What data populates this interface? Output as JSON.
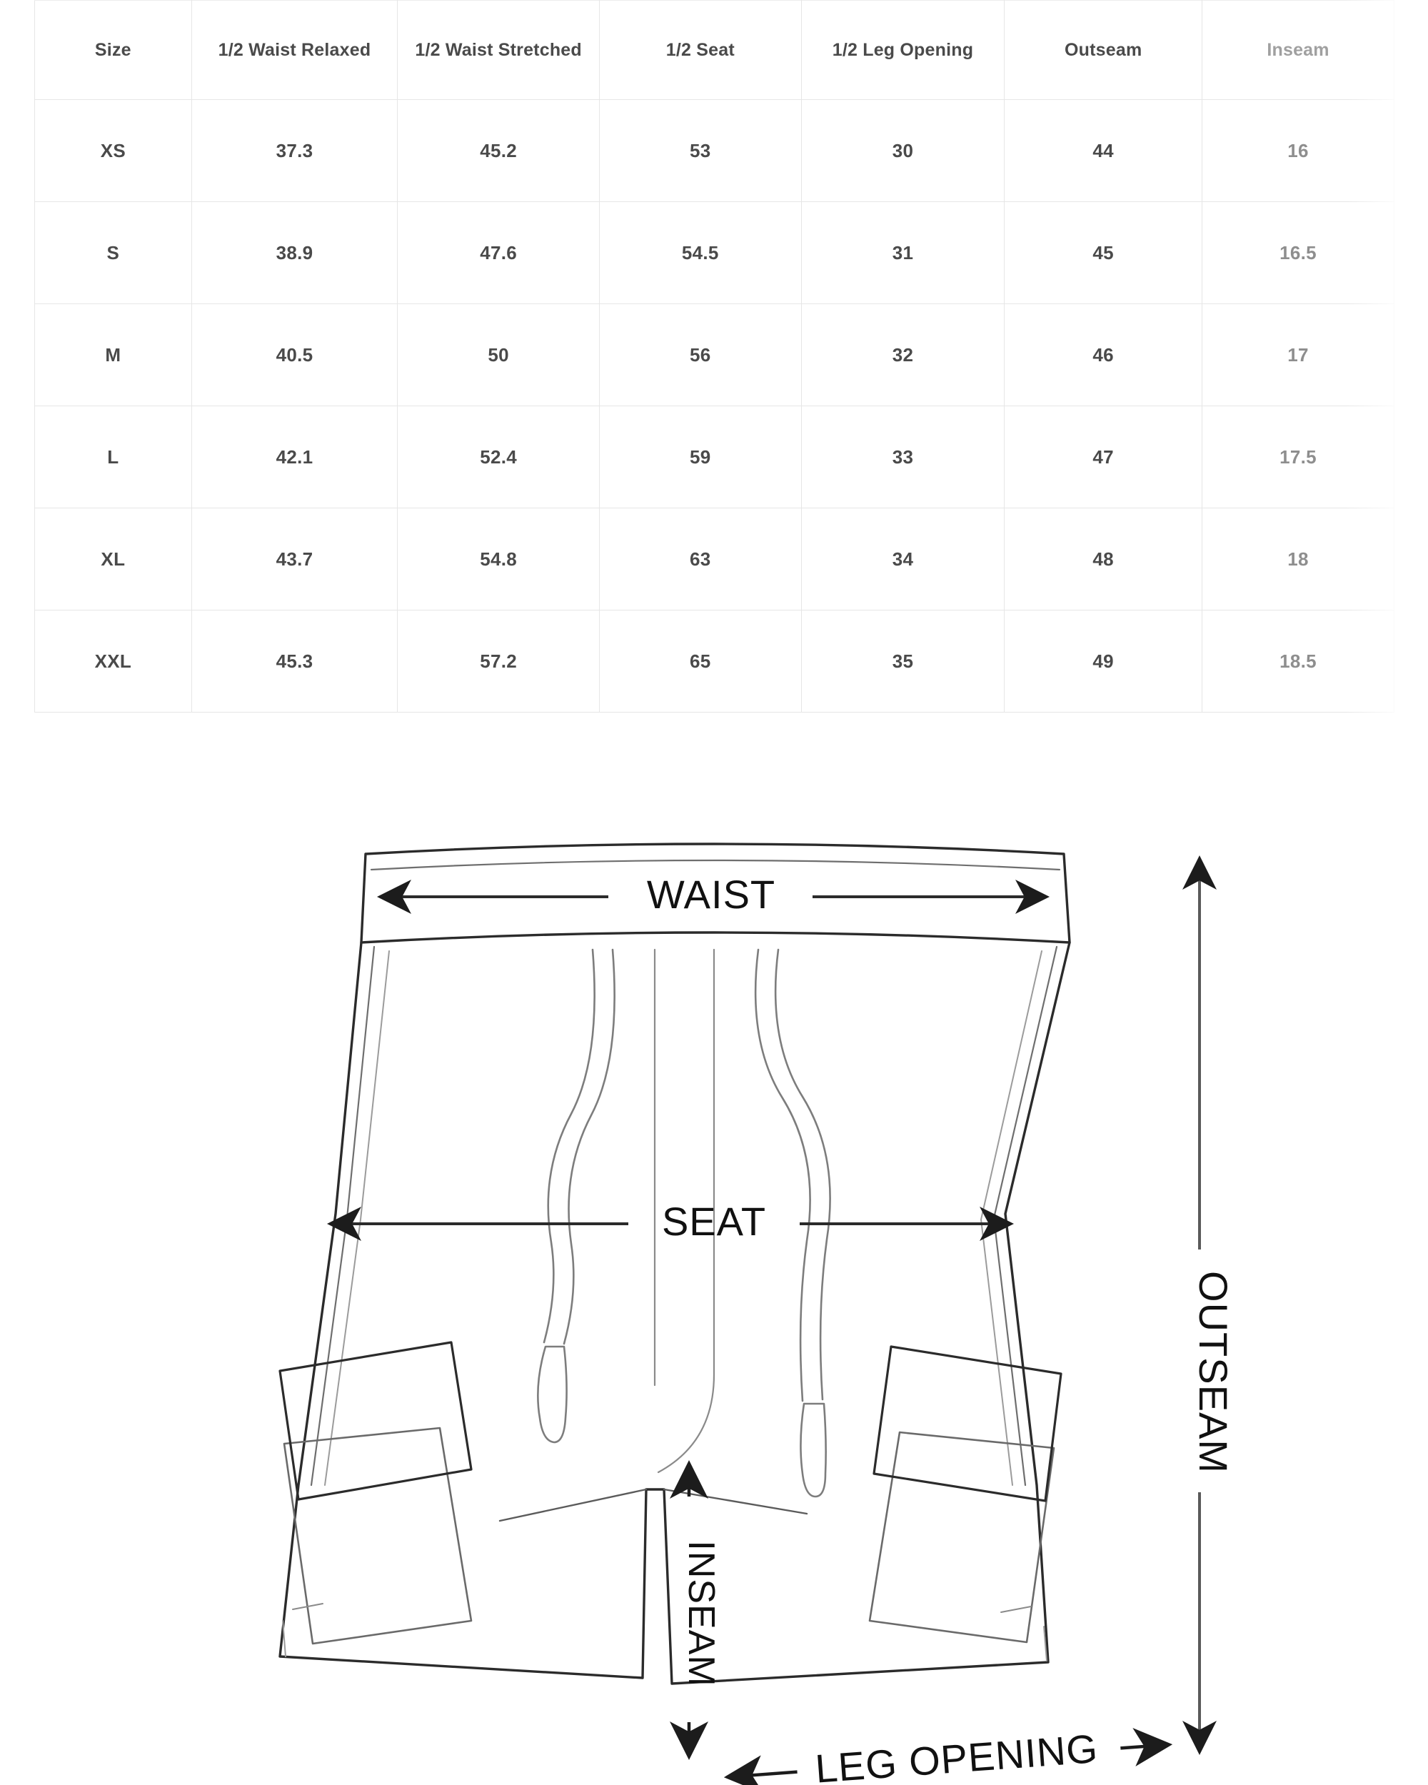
{
  "table": {
    "headers": [
      "Size",
      "1/2 Waist Relaxed",
      "1/2 Waist Stretched",
      "1/2 Seat",
      "1/2 Leg Opening",
      "Outseam",
      "Inseam"
    ],
    "rows": [
      {
        "size": "XS",
        "waist_relaxed": "37.3",
        "waist_stretched": "45.2",
        "seat": "53",
        "leg_opening": "30",
        "outseam": "44",
        "inseam": "16"
      },
      {
        "size": "S",
        "waist_relaxed": "38.9",
        "waist_stretched": "47.6",
        "seat": "54.5",
        "leg_opening": "31",
        "outseam": "45",
        "inseam": "16.5"
      },
      {
        "size": "M",
        "waist_relaxed": "40.5",
        "waist_stretched": "50",
        "seat": "56",
        "leg_opening": "32",
        "outseam": "46",
        "inseam": "17"
      },
      {
        "size": "L",
        "waist_relaxed": "42.1",
        "waist_stretched": "52.4",
        "seat": "59",
        "leg_opening": "33",
        "outseam": "47",
        "inseam": "17.5"
      },
      {
        "size": "XL",
        "waist_relaxed": "43.7",
        "waist_stretched": "54.8",
        "seat": "63",
        "leg_opening": "34",
        "outseam": "48",
        "inseam": "18"
      },
      {
        "size": "XXL",
        "waist_relaxed": "45.3",
        "waist_stretched": "57.2",
        "seat": "65",
        "leg_opening": "35",
        "outseam": "49",
        "inseam": "18.5"
      }
    ]
  },
  "diagram": {
    "garment": "cargo-shorts-technical-flat",
    "labels": {
      "waist": "WAIST",
      "seat": "SEAT",
      "outseam": "OUTSEAM",
      "inseam": "INSEAM",
      "leg_opening": "LEG OPENING"
    }
  },
  "colors": {
    "table_border": "#e6e6e6",
    "table_text": "#4a4a4a",
    "table_text_faded": "#8e8e8e",
    "diagram_line": "#2b2b2b",
    "diagram_line_light": "#9b9b9b",
    "diagram_label": "#111111",
    "background": "#ffffff"
  }
}
